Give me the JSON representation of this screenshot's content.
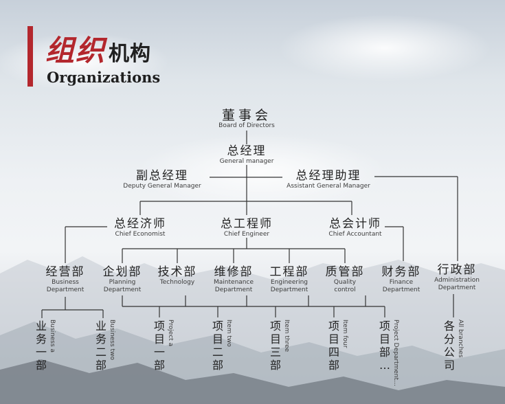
{
  "header": {
    "title_red": "组织",
    "title_black": "机构",
    "title_en": "Organizations"
  },
  "nodes": {
    "board": {
      "cn": "董事会",
      "en": "Board of Directors"
    },
    "gm": {
      "cn": "总经理",
      "en": "General manager"
    },
    "dgm": {
      "cn": "副总经理",
      "en": "Deputy General Manager"
    },
    "agm": {
      "cn": "总经理助理",
      "en": "Assistant General Manager"
    },
    "economist": {
      "cn": "总经济师",
      "en": "Chief Economist"
    },
    "engineer": {
      "cn": "总工程师",
      "en": "Chief Engineer"
    },
    "accountant": {
      "cn": "总会计师",
      "en": "Chief Accountant"
    },
    "business": {
      "cn": "经营部",
      "en1": "Business",
      "en2": "Department"
    },
    "planning": {
      "cn": "企划部",
      "en1": "Planning",
      "en2": "Department"
    },
    "technology": {
      "cn": "技术部",
      "en1": "Technology",
      "en2": ""
    },
    "maintenance": {
      "cn": "维修部",
      "en1": "Maintenance",
      "en2": "Department"
    },
    "engineering": {
      "cn": "工程部",
      "en1": "Engineering",
      "en2": "Department"
    },
    "quality": {
      "cn": "质管部",
      "en1": "Quality",
      "en2": "control"
    },
    "finance": {
      "cn": "财务部",
      "en1": "Finance",
      "en2": "Department"
    },
    "admin": {
      "cn": "行政部",
      "en1": "Administration",
      "en2": "Department"
    }
  },
  "subunits": {
    "biz_a": {
      "cn": [
        "业",
        "务",
        "一",
        "部"
      ],
      "en": "Business a"
    },
    "biz_two": {
      "cn": [
        "业",
        "务",
        "二",
        "部"
      ],
      "en": "Business two"
    },
    "proj_a": {
      "cn": [
        "项",
        "目",
        "一",
        "部"
      ],
      "en": "Project a"
    },
    "proj_two": {
      "cn": [
        "项",
        "目",
        "二",
        "部"
      ],
      "en": "Item two"
    },
    "proj_three": {
      "cn": [
        "项",
        "目",
        "三",
        "部"
      ],
      "en": "Item three"
    },
    "proj_four": {
      "cn": [
        "项",
        "目",
        "四",
        "部"
      ],
      "en": "Item four"
    },
    "proj_more": {
      "cn": [
        "项",
        "目",
        "部",
        "…"
      ],
      "en": "Project Department…"
    },
    "branches": {
      "cn": [
        "各",
        "分",
        "公",
        "司"
      ],
      "en": "All branches"
    }
  }
}
